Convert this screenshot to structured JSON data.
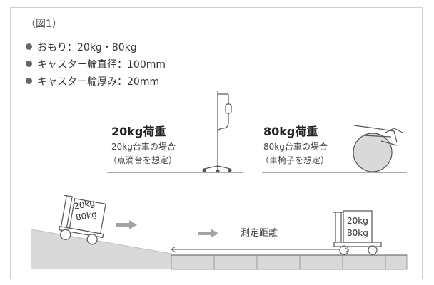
{
  "figure_label": "（図1）",
  "specs": [
    "おもり：20kg・80kg",
    "キャスター輪直径：100mm",
    "キャスター輪厚み：20mm"
  ],
  "loads": [
    {
      "title": "20kg荷重",
      "line1": "20kg台車の場合",
      "line2": "（点滴台を想定）",
      "icon": "iv-stand-icon"
    },
    {
      "title": "80kg荷重",
      "line1": "80kg台車の場合",
      "line2": "（車椅子を想定）",
      "icon": "wheelchair-icon"
    }
  ],
  "cart_left": {
    "line1": "20kg",
    "line2": "80kg"
  },
  "cart_right": {
    "line1": "20kg",
    "line2": "80kg"
  },
  "measure_label": "測定距離",
  "colors": {
    "line": "#555555",
    "ramp": "#d9d9d9",
    "arrow": "#999999",
    "floor": "#d9d9d9",
    "box_fill": "#ffffff",
    "wheel_fill": "#ffffff",
    "wheelchair_wheel": "#d9d9d9"
  }
}
